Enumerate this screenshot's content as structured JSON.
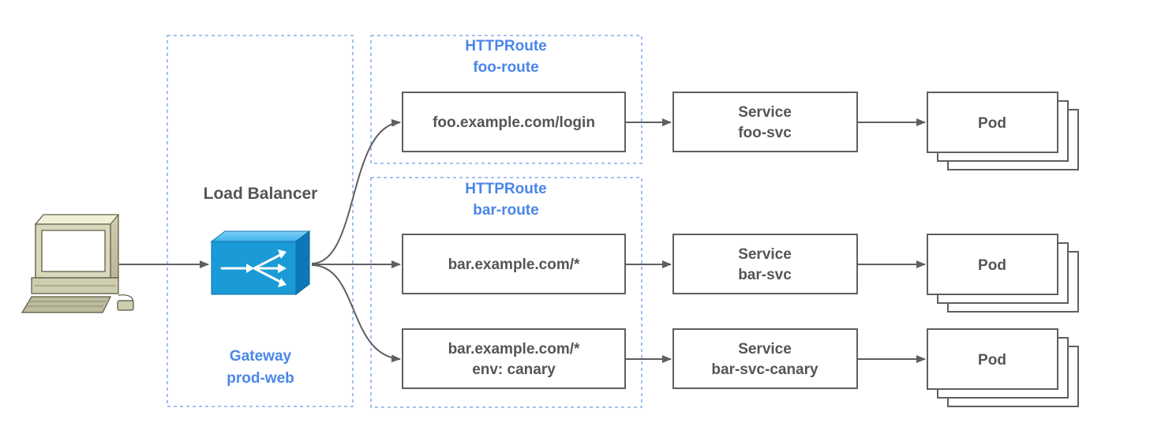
{
  "gateway": {
    "title": "Load Balancer",
    "kind": "Gateway",
    "name": "prod-web"
  },
  "routes": [
    {
      "kind": "HTTPRoute",
      "name": "foo-route",
      "rules": [
        {
          "lines": [
            "foo.example.com/login"
          ]
        }
      ]
    },
    {
      "kind": "HTTPRoute",
      "name": "bar-route",
      "rules": [
        {
          "lines": [
            "bar.example.com/*"
          ]
        },
        {
          "lines": [
            "bar.example.com/*",
            "env: canary"
          ]
        }
      ]
    }
  ],
  "services": [
    {
      "kind": "Service",
      "name": "foo-svc"
    },
    {
      "kind": "Service",
      "name": "bar-svc"
    },
    {
      "kind": "Service",
      "name": "bar-svc-canary"
    }
  ],
  "pods": [
    {
      "label": "Pod"
    },
    {
      "label": "Pod"
    },
    {
      "label": "Pod"
    }
  ],
  "colors": {
    "accent_blue": "#4a86e8",
    "dashed_border": "#6f9ee6",
    "box_stroke": "#5f5f5f",
    "text_gray": "#555555",
    "lb_icon": "#1a9bd7"
  },
  "icons": [
    "desktop-computer-icon",
    "load-balancer-icon"
  ]
}
